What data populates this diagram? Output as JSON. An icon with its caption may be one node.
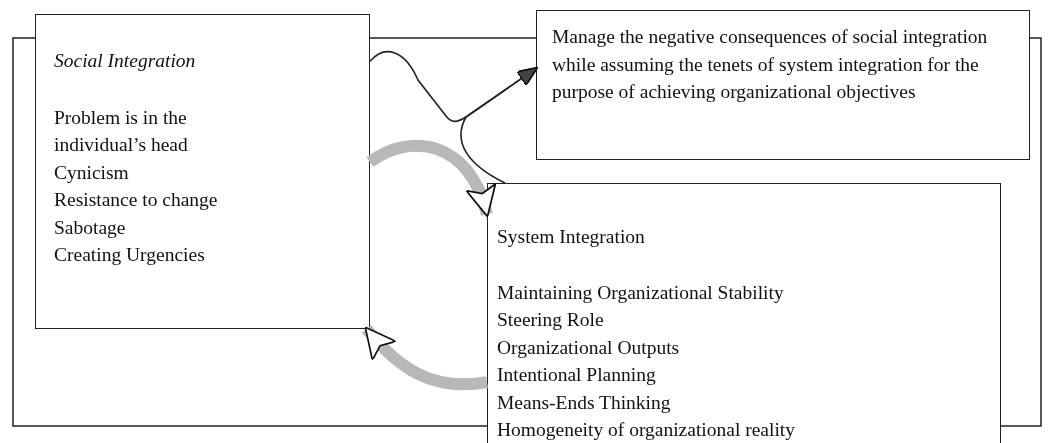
{
  "diagram": {
    "nodes": [
      {
        "text": [
          "Social Integration",
          "Problem is in the individual’s head",
          "Cynicism",
          "Resistance to change",
          "Sabotage",
          "Creating Urgencies"
        ]
      },
      {
        "text": [
          "Manage the negative consequences of social integration while assuming the tenets of system integration for the purpose of achieving organizational objectives"
        ]
      },
      {
        "text": [
          "System Integration",
          "Maintaining Organizational Stability",
          "Steering Role",
          "Organizational Outputs",
          "Intentional Planning",
          "Means-Ends Thinking",
          "Homogeneity of organizational reality"
        ]
      }
    ],
    "edges": [
      {
        "from": 0,
        "to": 1,
        "arrow": "to"
      },
      {
        "from": 2,
        "to": 1,
        "arrow": "to"
      },
      {
        "from": 0,
        "to": 2,
        "arrow": "to",
        "style": "thick",
        "color": "#b8b8b8"
      },
      {
        "from": 2,
        "to": 0,
        "arrow": "to",
        "style": "thick",
        "color": "#b8b8b8"
      }
    ]
  }
}
